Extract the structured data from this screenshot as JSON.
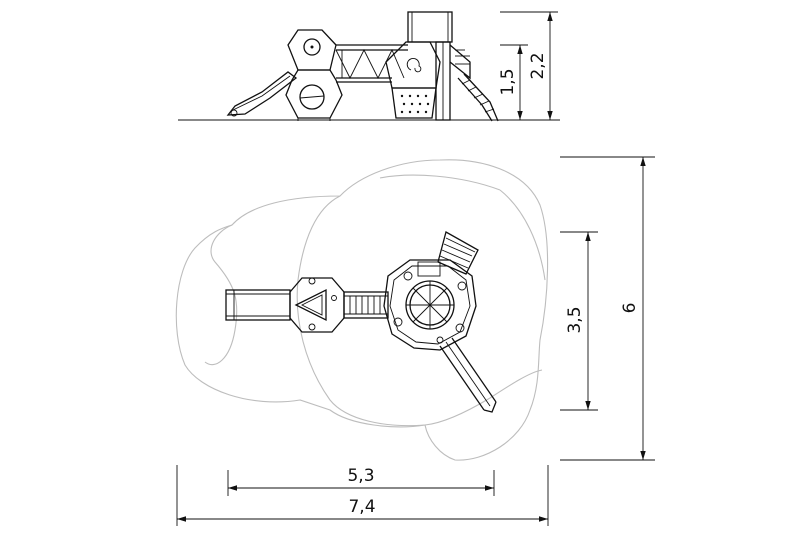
{
  "dimensions": {
    "height_platform": "1,5",
    "height_total": "2,2",
    "depth_equipment": "3,5",
    "depth_safety_area": "6",
    "width_equipment": "5,3",
    "width_safety_area": "7,4"
  },
  "colors": {
    "line": "#111111",
    "safety_area": "#bdbdbd",
    "background": "#ffffff"
  }
}
